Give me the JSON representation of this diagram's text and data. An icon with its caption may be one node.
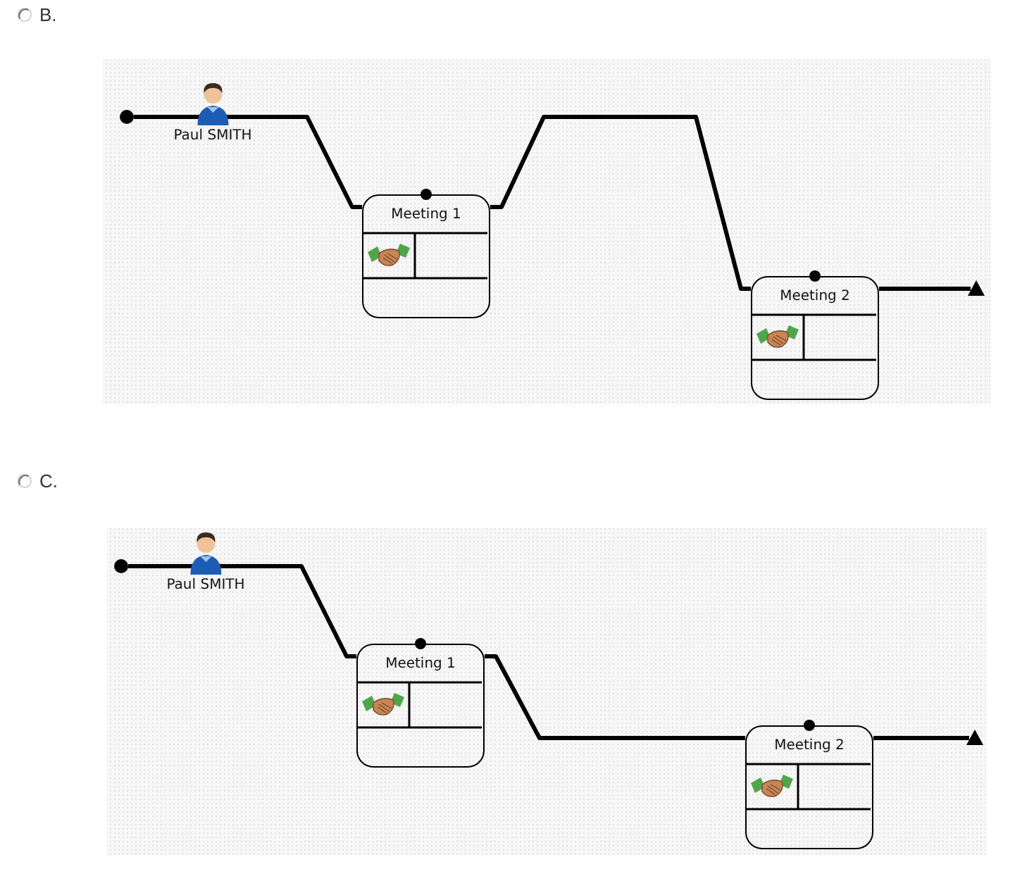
{
  "diagram": {
    "nodes": [
      {
        "text": [],
        "shape": "circle"
      },
      {
        "text": [
          "Meeting 1"
        ]
      },
      {
        "text": [
          "Meeting 2"
        ]
      },
      {
        "text": [],
        "shape": "circle"
      },
      {
        "text": [
          "Meeting 1"
        ]
      },
      {
        "text": [
          "Meeting 2"
        ]
      }
    ],
    "edges": [
      {
        "from": 0,
        "to": 1,
        "arrow": "none",
        "label": "Paul SMITH"
      },
      {
        "from": 1,
        "to": 2,
        "arrow": "none"
      },
      {
        "from": 2,
        "to": null,
        "arrow": "other"
      },
      {
        "from": 3,
        "to": 4,
        "arrow": "none",
        "label": "Paul SMITH"
      },
      {
        "from": 4,
        "to": 5,
        "arrow": "none"
      },
      {
        "from": 5,
        "to": null,
        "arrow": "other"
      }
    ],
    "labels": [
      "B.",
      "C."
    ]
  }
}
